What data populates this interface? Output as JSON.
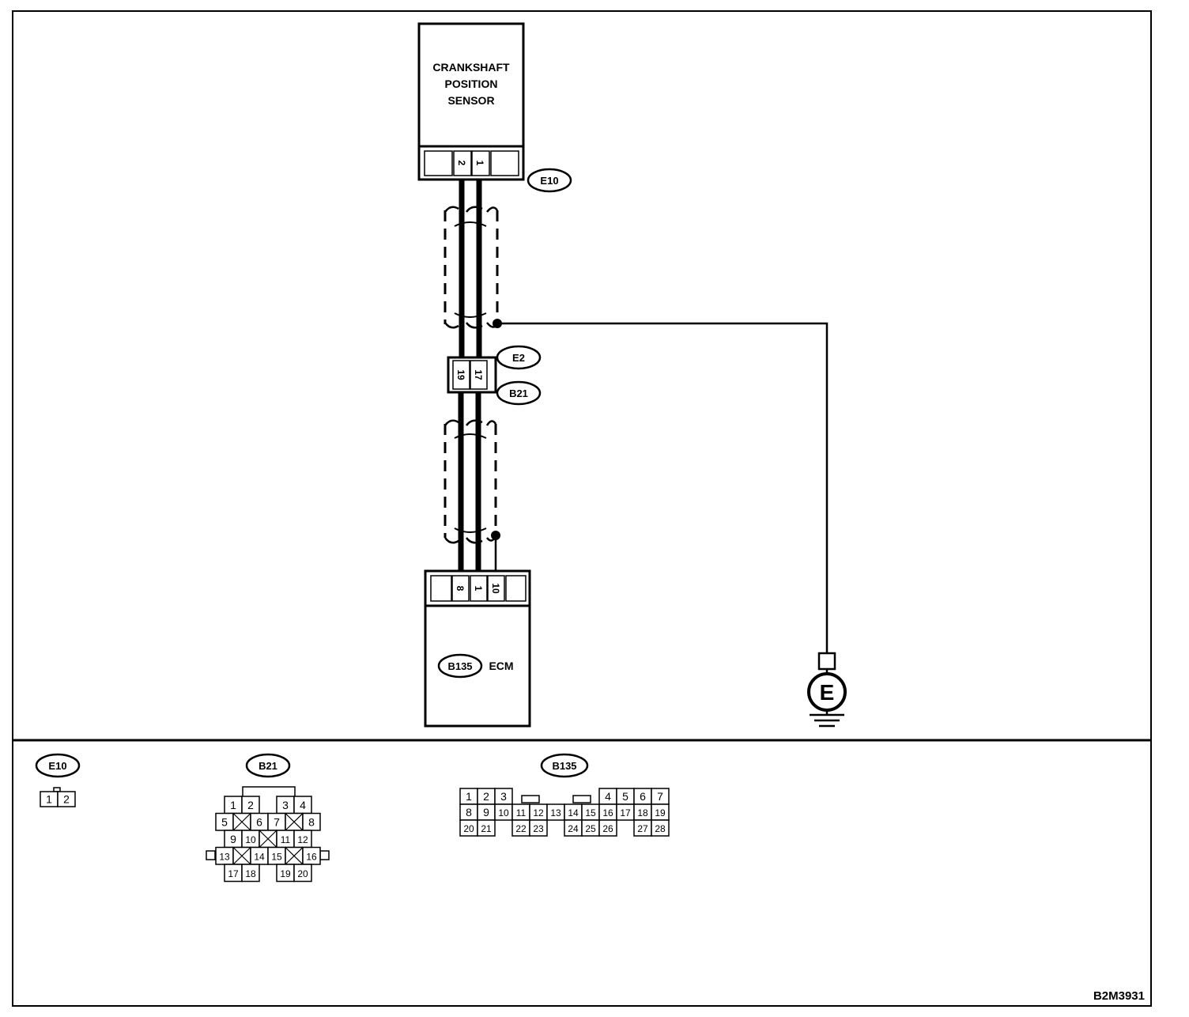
{
  "sensor": {
    "line1": "CRANKSHAFT",
    "line2": "POSITION",
    "line3": "SENSOR",
    "pins": [
      "2",
      "1"
    ]
  },
  "connectors": {
    "e10": "E10",
    "e2": "E2",
    "b21": "B21",
    "e2_b21_pins": [
      "19",
      "17"
    ],
    "b135": "B135"
  },
  "ecm": {
    "label": "ECM",
    "pins": [
      "8",
      "1",
      "10"
    ]
  },
  "ground": {
    "label": "E"
  },
  "legend": {
    "e10": {
      "label": "E10",
      "rows": [
        [
          "1",
          "2"
        ]
      ]
    },
    "b21": {
      "label": "B21",
      "rows": [
        [
          "1",
          "2",
          "",
          "3",
          "4"
        ],
        [
          "5",
          "X",
          "6",
          "7",
          "X",
          "8"
        ],
        [
          "9",
          "10",
          "X",
          "11",
          "12"
        ],
        [
          "13",
          "X",
          "14",
          "15",
          "X",
          "16"
        ],
        [
          "17",
          "18",
          "",
          "19",
          "20"
        ]
      ]
    },
    "b135": {
      "label": "B135",
      "rows": [
        [
          "1",
          "2",
          "3",
          "",
          "",
          "",
          "",
          "",
          "4",
          "5",
          "6",
          "7"
        ],
        [
          "8",
          "9",
          "10",
          "11",
          "12",
          "13",
          "14",
          "15",
          "16",
          "17",
          "18",
          "19"
        ],
        [
          "20",
          "21",
          "",
          "22",
          "23",
          "",
          "24",
          "25",
          "26",
          "",
          "27",
          "28"
        ]
      ]
    }
  },
  "figure_id": "B2M3931"
}
